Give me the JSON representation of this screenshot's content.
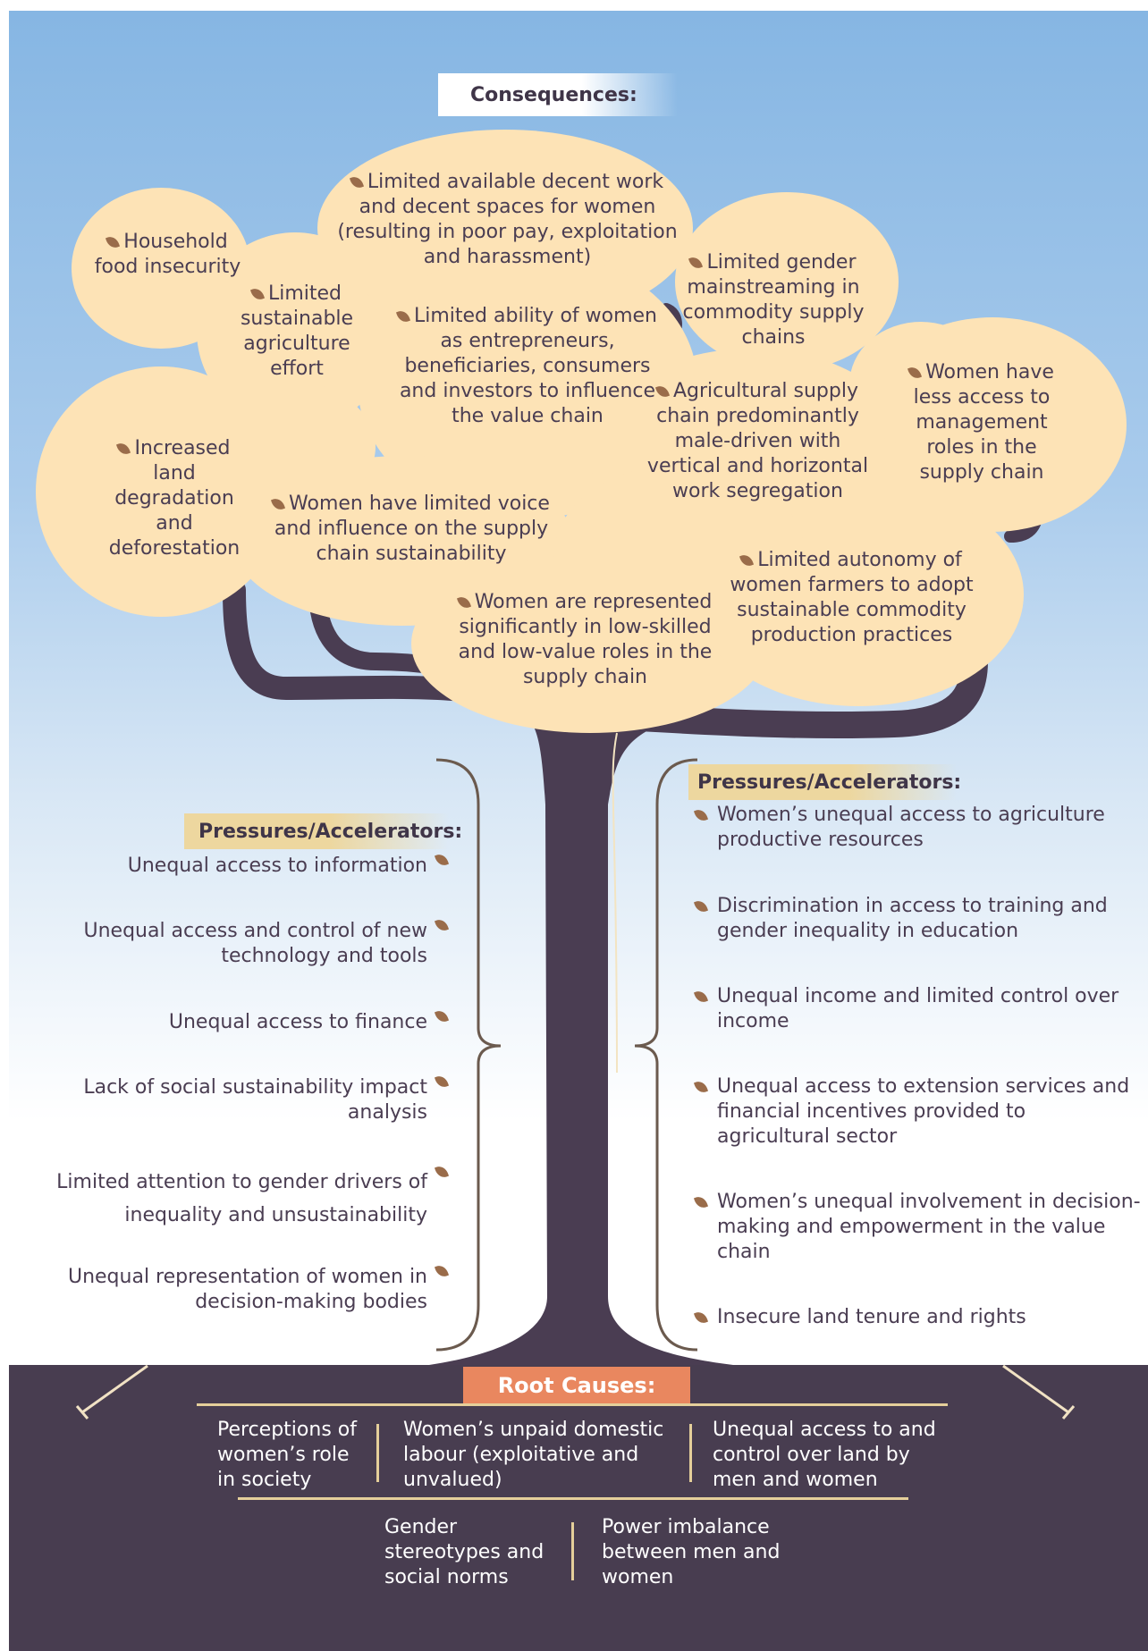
{
  "consequences": {
    "heading": "Consequences:",
    "items": [
      "Limited available decent work and decent spaces for women (resulting in poor pay, exploitation and harassment)",
      "Household food insecurity",
      "Limited sustainable agriculture effort",
      "Limited ability of women as entrepreneurs, beneficiaries, consumers and investors to influence the value chain",
      "Limited gender mainstreaming in commodity supply chains",
      "Women have less access to management roles in the supply chain",
      "Agricultural supply chain predominantly male-driven with vertical and horizontal work segregation",
      "Increased land degradation and deforestation",
      "Women have limited voice and influence on the supply chain sustainability",
      "Limited autonomy of women farmers to adopt sustainable commodity production practices",
      "Women are represented significantly in low-skilled and low-value roles in the supply chain"
    ]
  },
  "pressures_left": {
    "heading": "Pressures/Accelerators:",
    "items": [
      "Unequal access to information",
      "Unequal access and control of new technology and tools",
      "Unequal access to finance",
      "Lack of social sustainability impact analysis",
      "Limited attention to gender drivers of inequality and unsustainability",
      "Unequal representation of women in decision-making bodies"
    ]
  },
  "pressures_right": {
    "heading": "Pressures/Accelerators:",
    "items": [
      "Women’s unequal access to agriculture productive resources",
      "Discrimination in access to training and gender inequality in education",
      "Unequal income and limited control over income",
      "Unequal access to extension services and financial incentives provided to agricultural sector",
      "Women’s unequal involvement in decision-making and empowerment in the value chain",
      "Insecure land tenure and rights"
    ]
  },
  "root_causes": {
    "heading": "Root Causes:",
    "row1": [
      "Perceptions of women’s role in society",
      "Women’s unpaid domestic labour (exploitative and unvalued)",
      "Unequal access to and control over land by men and women"
    ],
    "row2": [
      "Gender stereotypes and social norms",
      "Power imbalance between men and women"
    ]
  },
  "colors": {
    "sky_top": "#86b6e3",
    "canopy": "#fde3b6",
    "trunk": "#4a3d52",
    "ground": "#483d50",
    "heading_band": "#edd79f",
    "root_label": "#e9875f",
    "leaf_icon": "#9a6c4a"
  },
  "icons": [
    "leaf-icon"
  ]
}
